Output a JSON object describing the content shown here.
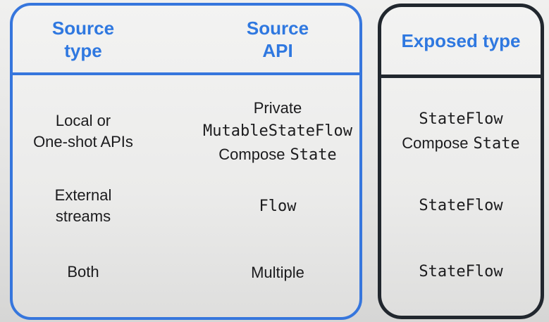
{
  "slide": {
    "colors": {
      "accent_blue": "#2f78e0",
      "border_blue": "#3676dd",
      "border_dark": "#21272e",
      "text": "#1b1b1d"
    },
    "left_table": {
      "header": {
        "col1_lines": [
          "Source",
          "type"
        ],
        "col2_lines": [
          "Source",
          "API"
        ]
      },
      "rows": [
        {
          "type_lines": [
            "Local or",
            "One-shot APIs"
          ],
          "api_plain1": "Private",
          "api_code2": "MutableStateFlow",
          "api_plain3": "Compose",
          "api_code3": "State"
        },
        {
          "type_lines": [
            "External",
            "streams"
          ],
          "api_code1": "Flow"
        },
        {
          "type_lines": [
            "Both"
          ],
          "api_plain1": "Multiple"
        }
      ]
    },
    "right_table": {
      "header": "Exposed type",
      "rows": [
        {
          "code1": "StateFlow",
          "plain2": "Compose",
          "code2": "State"
        },
        {
          "code1": "StateFlow"
        },
        {
          "code1": "StateFlow"
        }
      ]
    }
  }
}
